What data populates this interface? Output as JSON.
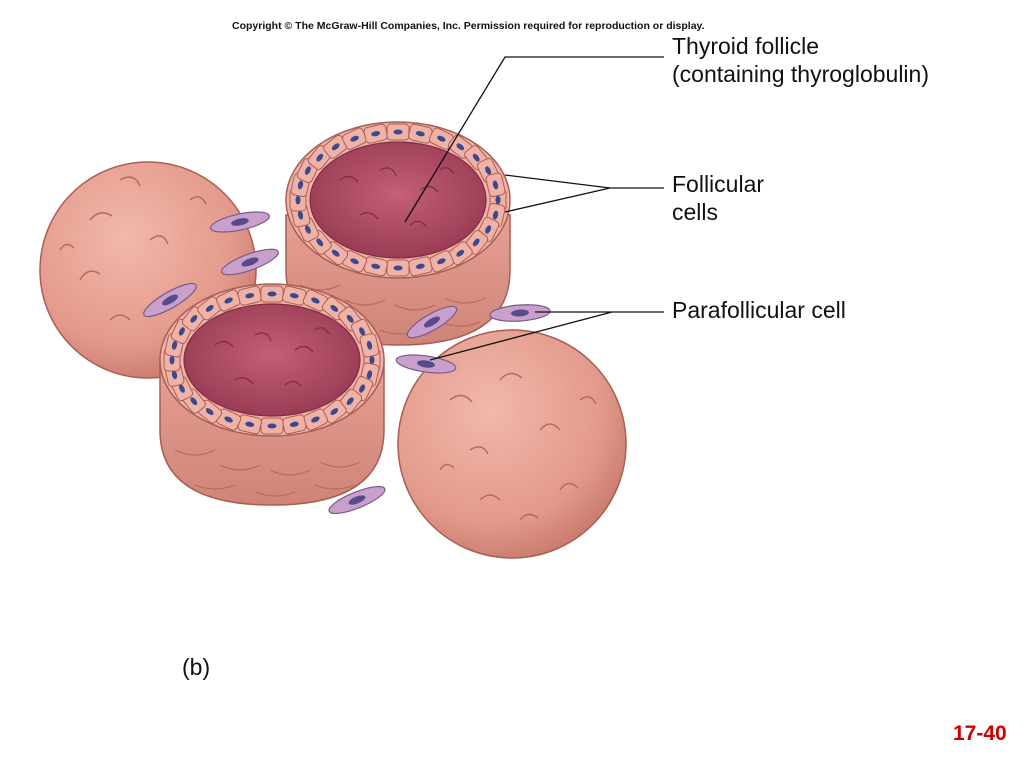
{
  "copyright": "Copyright © The McGraw-Hill Companies, Inc. Permission required for reproduction or display.",
  "labels": {
    "follicle_line1": "Thyroid follicle",
    "follicle_line2": "(containing thyroglobulin)",
    "follicular_line1": "Follicular",
    "follicular_line2": "cells",
    "parafollicular": "Parafollicular cell"
  },
  "panel_letter": "(b)",
  "slide_number": "17-40",
  "colors": {
    "sphere": "#e8a296",
    "sphere_dark": "#c9786c",
    "colloid": "#b04a62",
    "cell": "#f0b2a6",
    "nucleus": "#3a4a8c",
    "parafollicular": "#c9a0cc",
    "slide_number": "#cc0000"
  }
}
